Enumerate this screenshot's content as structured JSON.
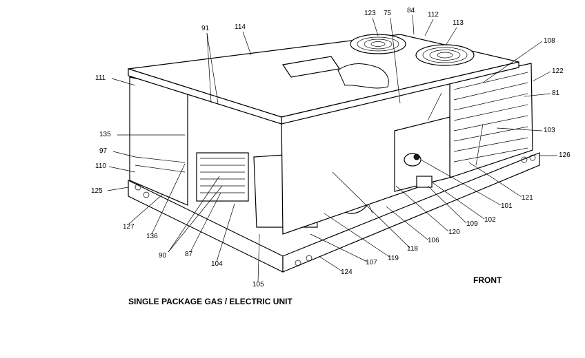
{
  "caption": "SINGLE PACKAGE GAS / ELECTRIC UNIT",
  "orientation_label": "FRONT",
  "callouts": [
    "91",
    "114",
    "123",
    "75",
    "84",
    "112",
    "113",
    "108",
    "122",
    "111",
    "81",
    "135",
    "103",
    "97",
    "126",
    "110",
    "125",
    "121",
    "101",
    "102",
    "109",
    "120",
    "106",
    "118",
    "119",
    "107",
    "124",
    "105",
    "104",
    "87",
    "90",
    "136",
    "127"
  ]
}
